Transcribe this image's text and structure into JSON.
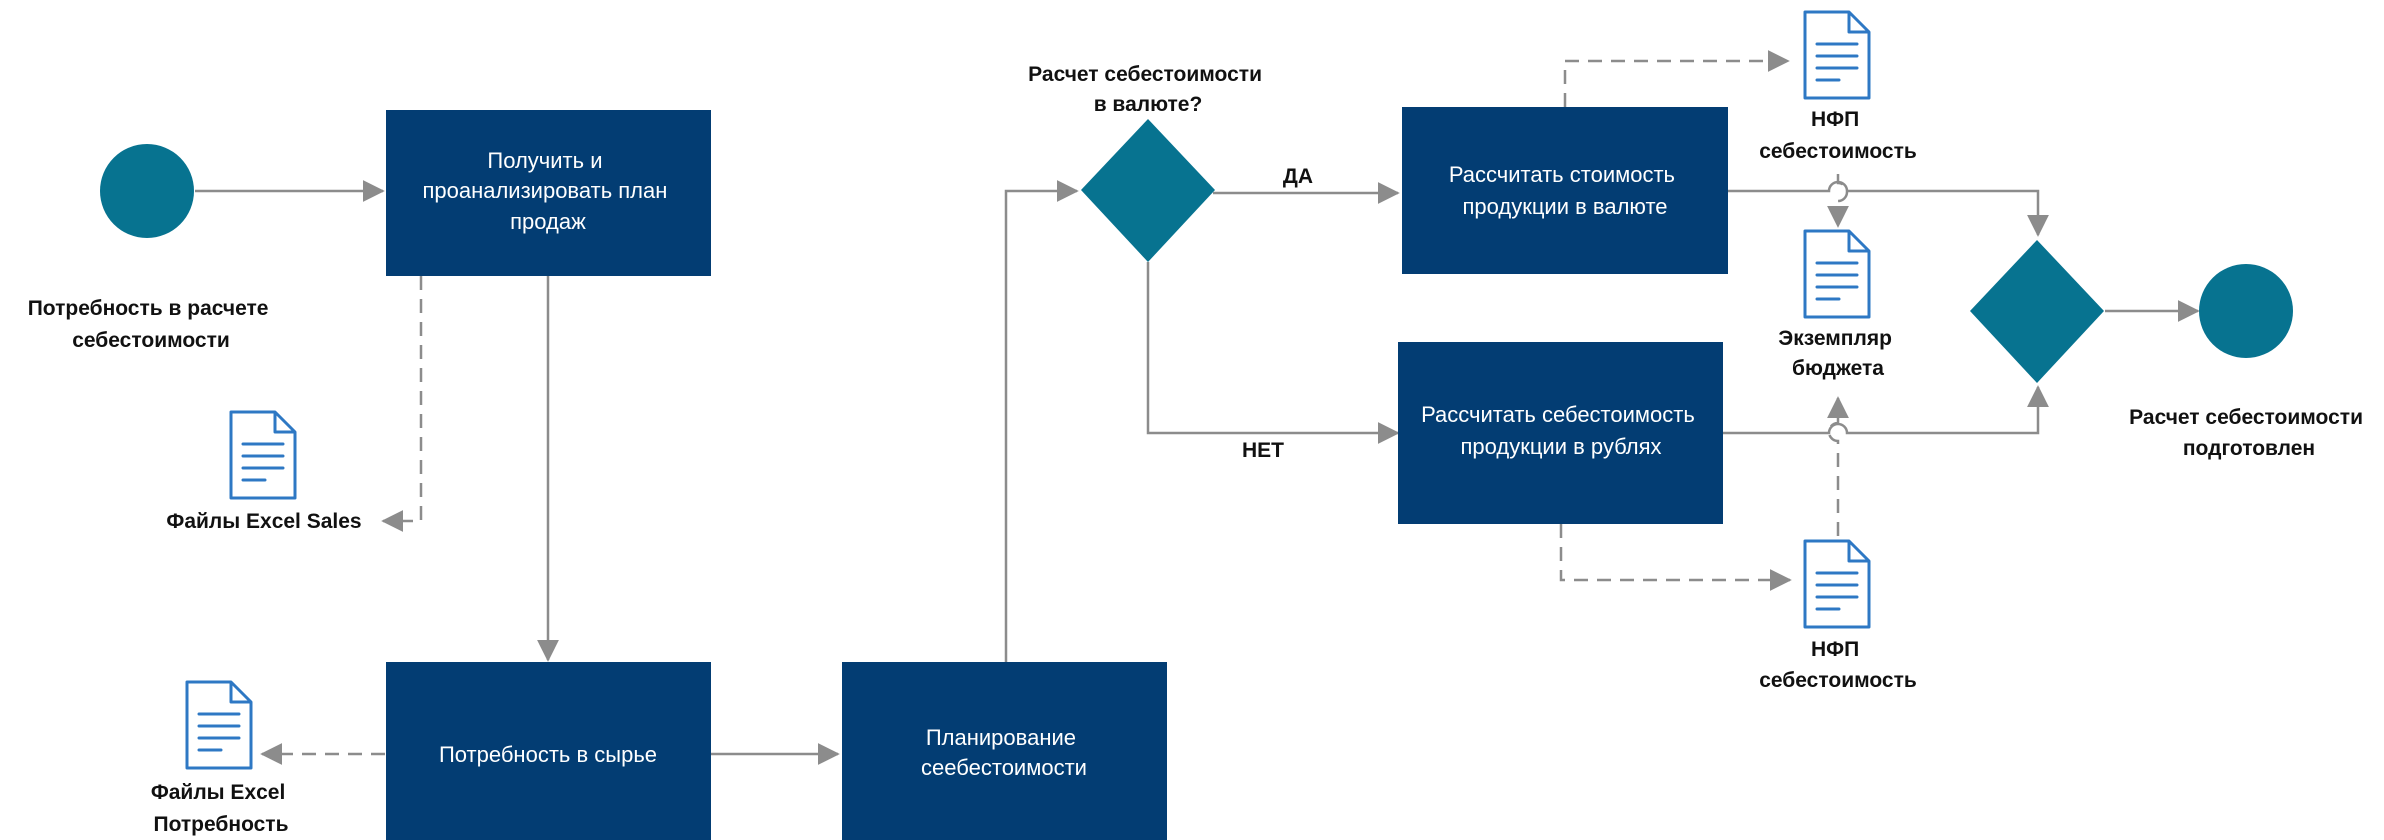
{
  "colors": {
    "box": "#033d73",
    "teal": "#077390",
    "edge": "#8c8c8c",
    "doc": "#2e78c4"
  },
  "icons": [
    "document-icon",
    "start-event",
    "end-event",
    "decision-gateway",
    "merge-gateway"
  ],
  "nodes": {
    "start_label": [
      "Потребность в расчете",
      "себестоимости"
    ],
    "analyze_plan": [
      "Получить и",
      "проанализировать план",
      "продаж"
    ],
    "raw_need": [
      "Потребность в сырье"
    ],
    "cost_planning": [
      "Планирование",
      "сеебестоимости"
    ],
    "decision_label": [
      "Расчет себестоимости",
      "в валюте?"
    ],
    "calc_currency": [
      "Рассчитать стоимость",
      "продукции в валюте"
    ],
    "calc_rub": [
      "Рассчитать себестоимость",
      "продукции в рублях"
    ],
    "end_label": [
      "Расчет себестоимости",
      "подготовлен"
    ]
  },
  "documents": {
    "excel_sales": [
      "Файлы Excel Sales"
    ],
    "excel_need": [
      "Файлы Excel",
      "Потребность"
    ],
    "nfp_top": [
      "НФП",
      "себестоимость"
    ],
    "budget_copy": [
      "Экземпляр",
      "бюджета"
    ],
    "nfp_bottom": [
      "НФП",
      "себестоимость"
    ]
  },
  "edges": {
    "yes": "ДА",
    "no": "НЕТ"
  }
}
